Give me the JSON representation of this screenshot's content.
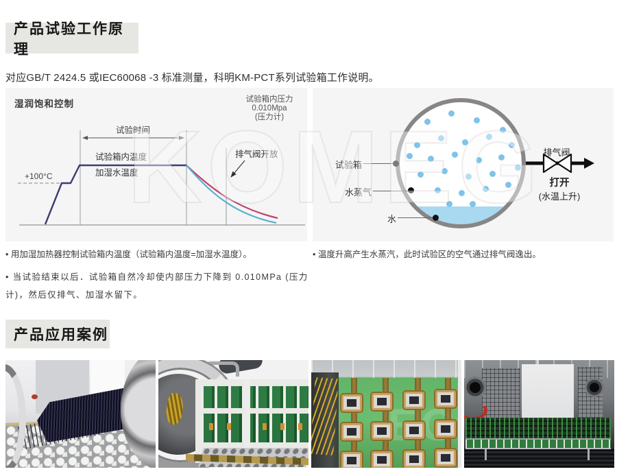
{
  "watermark": "KOMEG",
  "section_principle": {
    "title": "产品试验工作原理",
    "intro": "对应GB/T 2424.5 或IEC60068 -3 标准测量，科明KM-PCT系列试验箱工作说明。",
    "chart": {
      "type": "line",
      "control_mode": "湿润饱和控制",
      "pressure_line1": "试验箱内压力",
      "pressure_line2": "0.010Mpa",
      "pressure_line3": "(压力计)",
      "test_time": "试验时间",
      "chamber_temp": "试验箱内温度",
      "humid_water_temp": "加湿水温度",
      "temp_ref": "+100°C",
      "valve_open": "排气阀开放",
      "colors": {
        "temp_line": "#3c3c74",
        "cool_line_red": "#c13f6e",
        "cool_line_cyan": "#58b1cf"
      }
    },
    "vessel": {
      "chamber": "试验箱",
      "vapor": "水蒸气",
      "water": "水",
      "valve": "排气阀",
      "valve_state": "打开",
      "valve_note": "(水温上升)"
    },
    "bullets_left": [
      "• 用加湿加热器控制试验箱内温度（试验箱内温度=加湿水温度）。",
      "• 当试验结束以后．试验箱自然冷却使内部压力下降到 0.010MPa (压力计)，然后仅排气、加湿水留下。"
    ],
    "bullets_right": [
      "• 温度升高产生水蒸汽，此时试验区的空气通过排气阀逸出。"
    ]
  },
  "section_cases": {
    "title": "产品应用案例"
  }
}
